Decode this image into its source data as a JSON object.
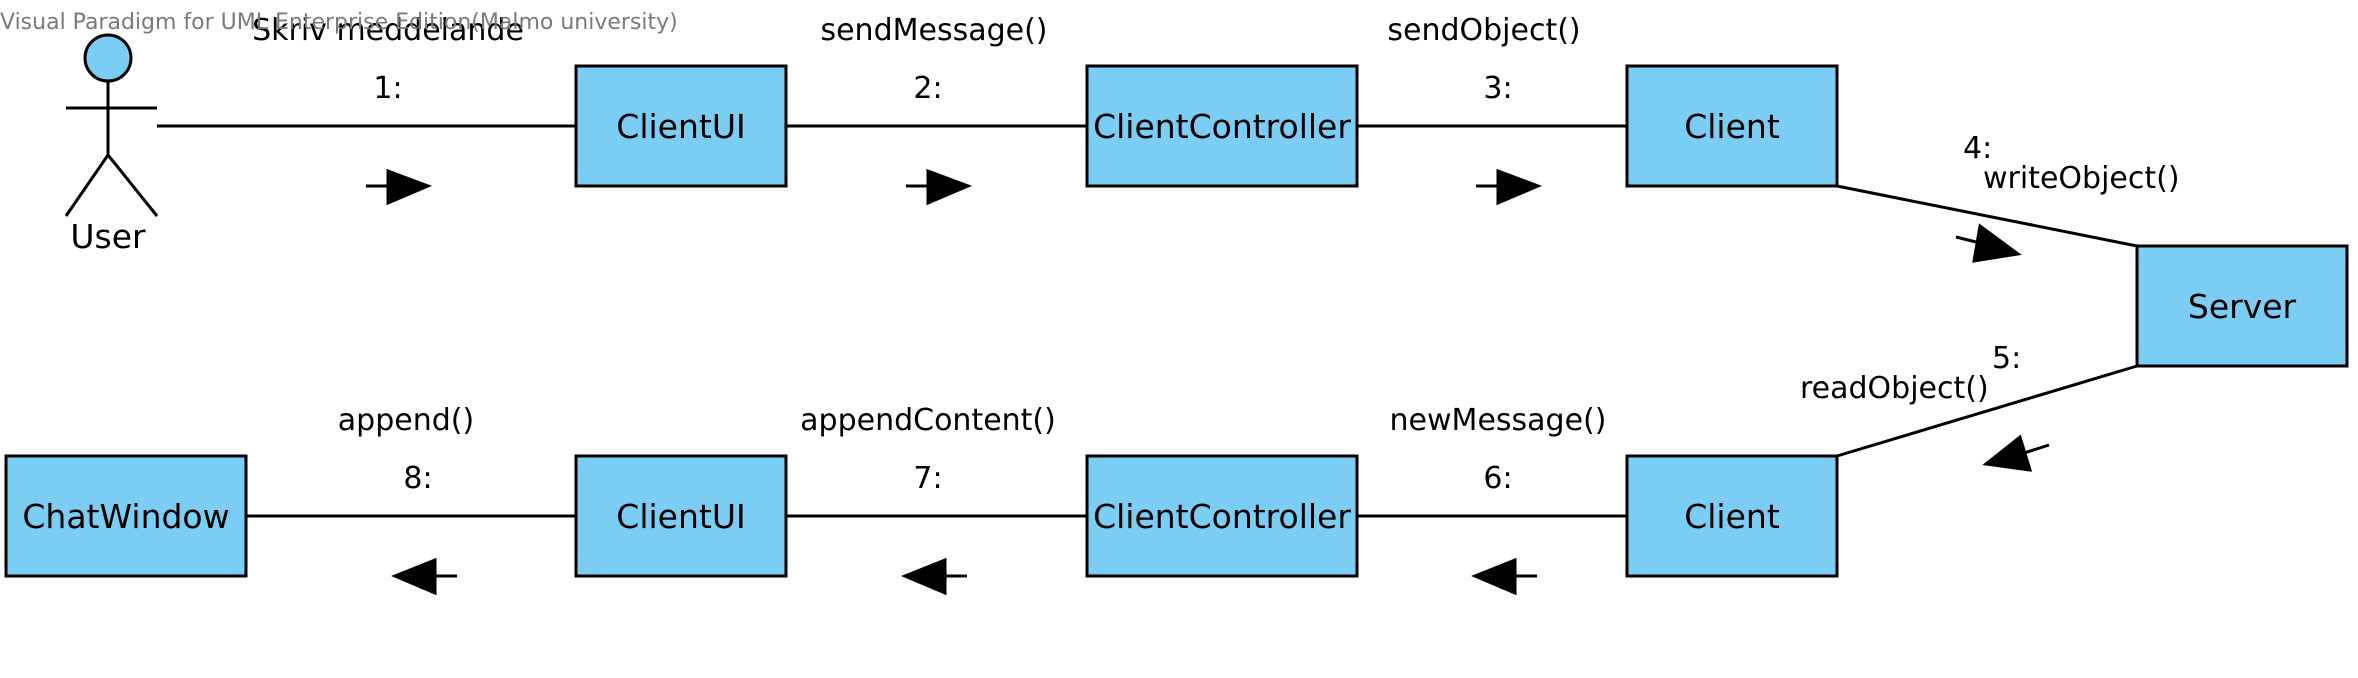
{
  "watermark": "Visual Paradigm for UML Enterprise Edition(Malmo university)",
  "colors": {
    "object_fill": "#7ccdf3",
    "line": "#000000",
    "watermark": "#7a7a7a"
  },
  "actor": {
    "label": "User",
    "icon": "stick-figure-actor"
  },
  "objects": {
    "clientui_top": "ClientUI",
    "clientcontroller_top": "ClientController",
    "client_top": "Client",
    "server": "Server",
    "client_bottom": "Client",
    "clientcontroller_bottom": "ClientController",
    "clientui_bottom": "ClientUI",
    "chatwindow": "ChatWindow"
  },
  "messages": [
    {
      "number": "1:",
      "name": "Skriv meddelande"
    },
    {
      "number": "2:",
      "name": "sendMessage()"
    },
    {
      "number": "3:",
      "name": "sendObject()"
    },
    {
      "number": "4:",
      "name": "writeObject()"
    },
    {
      "number": "5:",
      "name": "readObject()"
    },
    {
      "number": "6:",
      "name": "newMessage()"
    },
    {
      "number": "7:",
      "name": "appendContent()"
    },
    {
      "number": "8:",
      "name": "append()"
    }
  ]
}
